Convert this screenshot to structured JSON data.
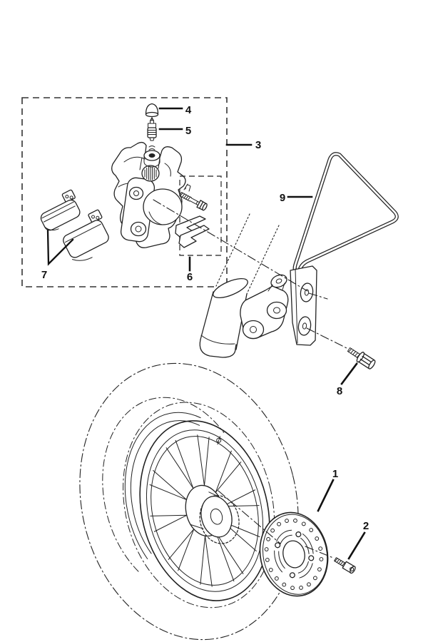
{
  "diagram": {
    "description_visible_text_only": "",
    "callouts": [
      {
        "label": "1"
      },
      {
        "label": "2"
      },
      {
        "label": "3"
      },
      {
        "label": "4"
      },
      {
        "label": "5"
      },
      {
        "label": "6"
      },
      {
        "label": "7"
      },
      {
        "label": "8"
      },
      {
        "label": "9"
      }
    ]
  },
  "colors": {
    "line": "#222222",
    "label": "#111111",
    "background": "#ffffff"
  }
}
